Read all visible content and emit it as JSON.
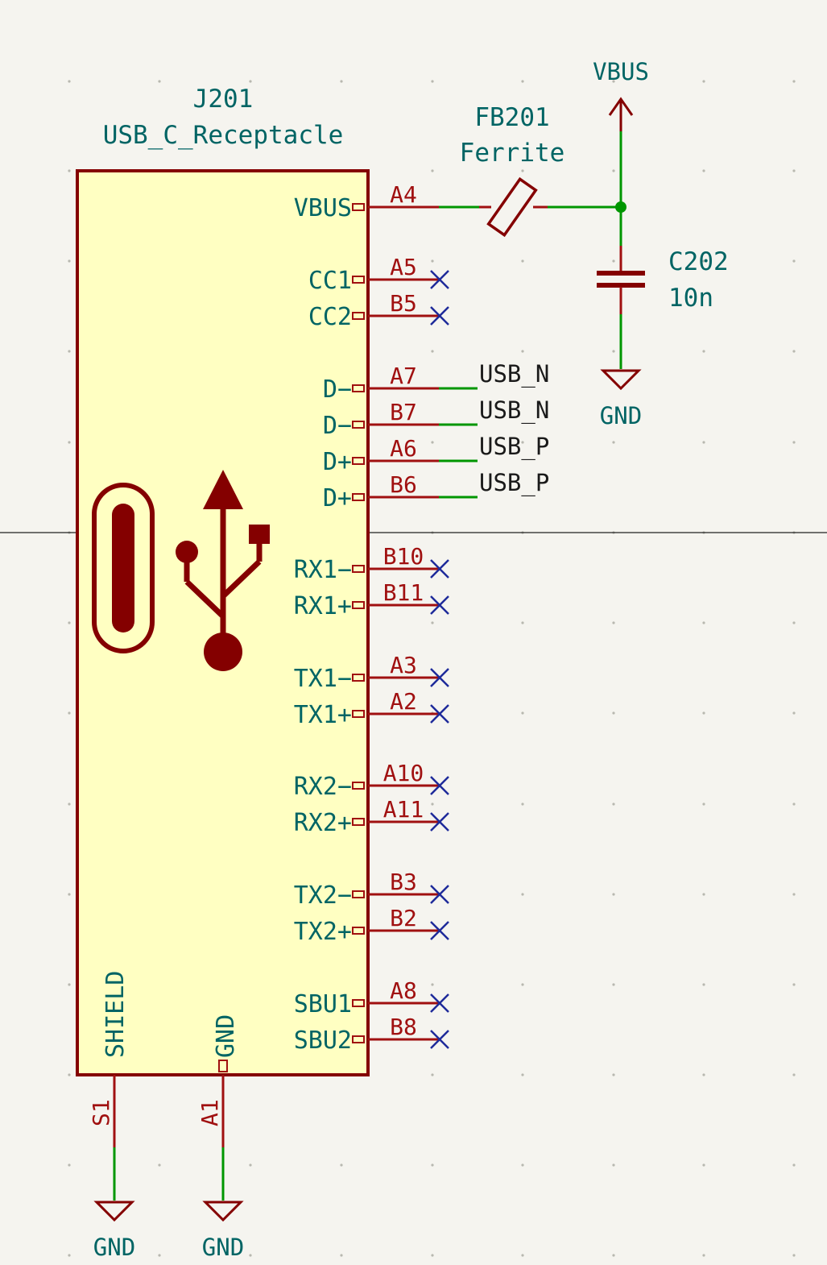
{
  "component": {
    "reference": "J201",
    "value": "USB_C_Receptacle"
  },
  "ferrite": {
    "reference": "FB201",
    "value": "Ferrite"
  },
  "capacitor": {
    "reference": "C202",
    "value": "10n"
  },
  "power": {
    "vbus": "VBUS",
    "gnd_cap": "GND",
    "gnd_shield": "GND",
    "gnd_a1": "GND"
  },
  "pins_right": [
    {
      "name": "VBUS",
      "number": "A4",
      "net": "",
      "nc": false
    },
    {
      "name": "CC1",
      "number": "A5",
      "net": "",
      "nc": true
    },
    {
      "name": "CC2",
      "number": "B5",
      "net": "",
      "nc": true
    },
    {
      "name": "D−",
      "number": "A7",
      "net": "USB_N",
      "nc": false
    },
    {
      "name": "D−",
      "number": "B7",
      "net": "USB_N",
      "nc": false
    },
    {
      "name": "D+",
      "number": "A6",
      "net": "USB_P",
      "nc": false
    },
    {
      "name": "D+",
      "number": "B6",
      "net": "USB_P",
      "nc": false
    },
    {
      "name": "RX1−",
      "number": "B10",
      "net": "",
      "nc": true
    },
    {
      "name": "RX1+",
      "number": "B11",
      "net": "",
      "nc": true
    },
    {
      "name": "TX1−",
      "number": "A3",
      "net": "",
      "nc": true
    },
    {
      "name": "TX1+",
      "number": "A2",
      "net": "",
      "nc": true
    },
    {
      "name": "RX2−",
      "number": "A10",
      "net": "",
      "nc": true
    },
    {
      "name": "RX2+",
      "number": "A11",
      "net": "",
      "nc": true
    },
    {
      "name": "TX2−",
      "number": "B3",
      "net": "",
      "nc": true
    },
    {
      "name": "TX2+",
      "number": "B2",
      "net": "",
      "nc": true
    },
    {
      "name": "SBU1",
      "number": "A8",
      "net": "",
      "nc": true
    },
    {
      "name": "SBU2",
      "number": "B8",
      "net": "",
      "nc": true
    }
  ],
  "pins_bottom": [
    {
      "name": "SHIELD",
      "number": "S1"
    },
    {
      "name": "GND",
      "number": "A1"
    }
  ],
  "colors": {
    "background": "#f5f4ef",
    "body_fill": "#ffffc2",
    "body_outline": "#840000",
    "wire": "#009600",
    "pin": "#a01010",
    "label_teal": "#006464",
    "no_connect": "#1e2a9a"
  }
}
